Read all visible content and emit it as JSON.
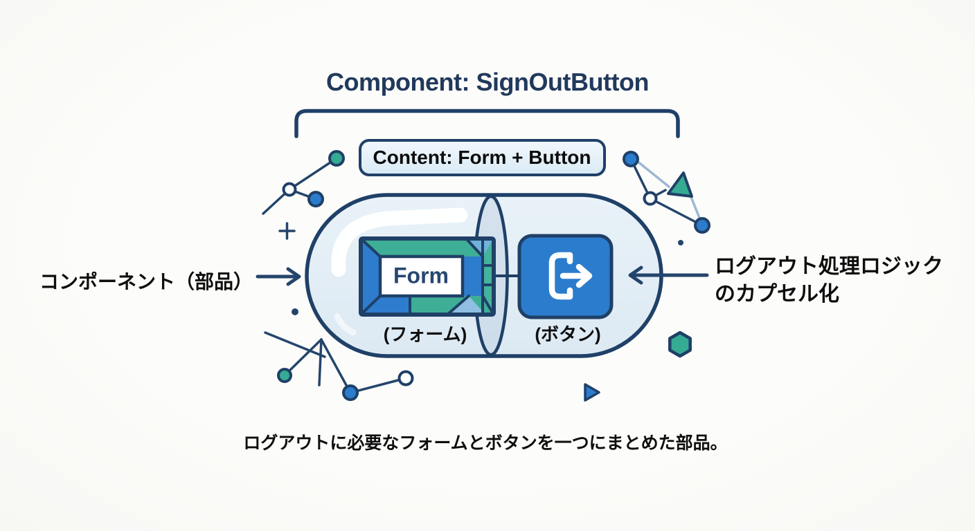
{
  "diagram": {
    "title": "Component: SignOutButton",
    "content_box": {
      "label": "Content: Form + Button"
    },
    "capsule": {
      "form_text": "Form",
      "form_caption": "(フォーム)",
      "button_caption": "(ボタン)"
    },
    "annotations": {
      "left": "コンポーネント（部品）",
      "right_line1": "ログアウト処理ロジック",
      "right_line2": "のカプセル化",
      "bottom": "ログアウトに必要なフォームとボタンを一つにまとめた部品。"
    },
    "icons": {
      "button_icon": "sign-out-icon"
    },
    "colors": {
      "navy": "#1f4067",
      "title_navy": "#21395c",
      "teal": "#35ab93",
      "blue": "#2b7ccc",
      "capsule_fill": "#e3eef6",
      "box_fill": "#e9f3fa",
      "light_line": "#9db7d4",
      "text_black": "#0e0e0e",
      "background": "#fbfbf9"
    }
  }
}
